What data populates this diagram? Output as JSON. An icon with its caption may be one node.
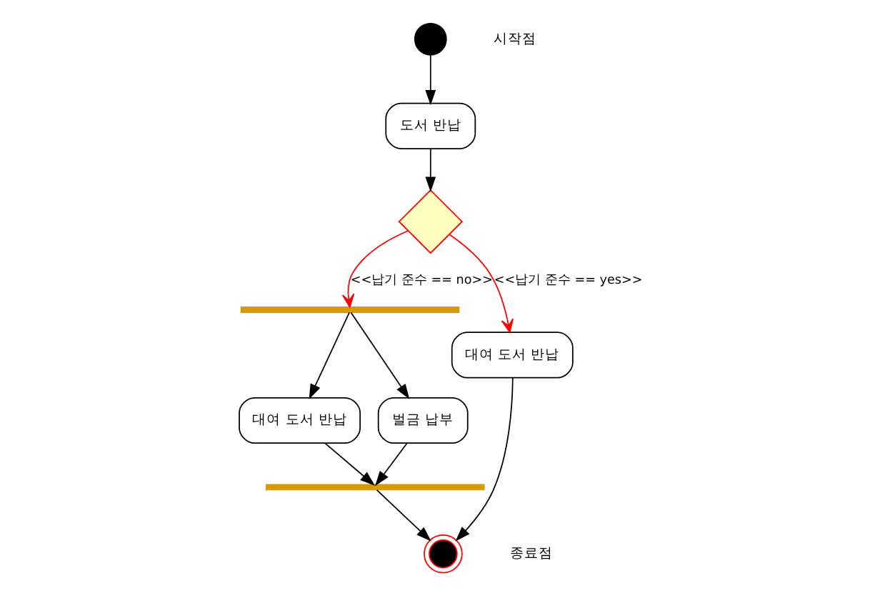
{
  "diagram": {
    "nodes": [
      {
        "text": [],
        "shape": "circle",
        "beside": [
          "시작점"
        ]
      },
      {
        "text": [
          "도서 반납"
        ]
      },
      {
        "text": [],
        "shape": "diamond"
      },
      {
        "text": [],
        "shape": "bar"
      },
      {
        "text": [
          "대여 도서 반납"
        ]
      },
      {
        "text": [
          "벌금 납부"
        ]
      },
      {
        "text": [],
        "shape": "bar"
      },
      {
        "text": [
          "대여 도서 반납"
        ]
      },
      {
        "text": [],
        "shape": "circle",
        "beside": [
          "종료점"
        ]
      }
    ],
    "edges": [
      {
        "from": 0,
        "to": 1,
        "arrow": "to"
      },
      {
        "from": 1,
        "to": 2,
        "arrow": "to"
      },
      {
        "from": 2,
        "to": 3,
        "arrow": "to",
        "label": "<<납기 준수 == no>>",
        "color": "#ff0000"
      },
      {
        "from": 2,
        "to": 7,
        "arrow": "to",
        "label": "<<납기 준수 == yes>>",
        "color": "#ff0000"
      },
      {
        "from": 3,
        "to": 4,
        "arrow": "to"
      },
      {
        "from": 3,
        "to": 5,
        "arrow": "to"
      },
      {
        "from": 4,
        "to": 6,
        "arrow": "to"
      },
      {
        "from": 5,
        "to": 6,
        "arrow": "to"
      },
      {
        "from": 6,
        "to": 8,
        "arrow": "to"
      },
      {
        "from": 7,
        "to": 8,
        "arrow": "to"
      }
    ]
  }
}
